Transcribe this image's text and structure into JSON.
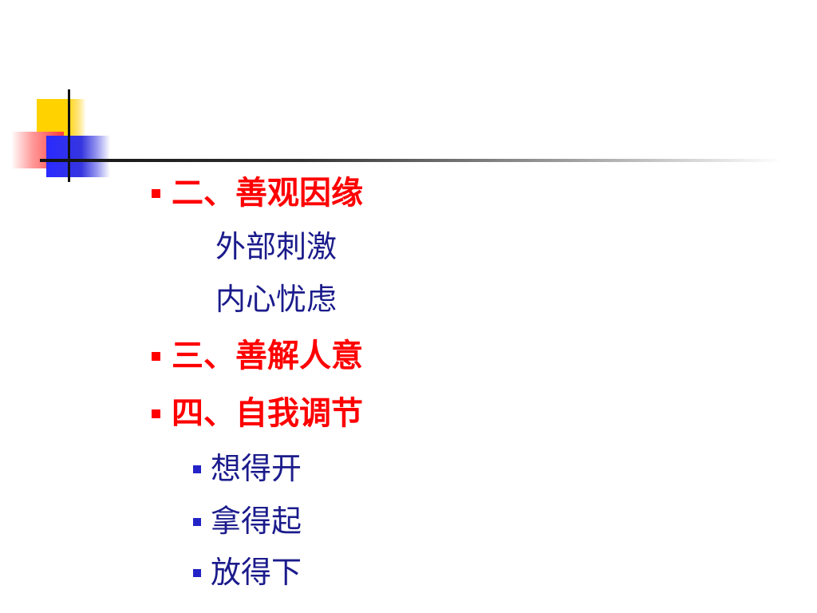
{
  "slide": {
    "items": [
      {
        "text": "二、善观因缘",
        "color": "#ff0000"
      },
      {
        "text": "外部刺激",
        "color": "#1b1b8c"
      },
      {
        "text": "内心忧虑",
        "color": "#1b1b8c"
      },
      {
        "text": "三、善解人意",
        "color": "#ff0000"
      },
      {
        "text": "四、自我调节",
        "color": "#ff0000"
      },
      {
        "text": "想得开",
        "color": "#1b1b8c"
      },
      {
        "text": "拿得起",
        "color": "#1b1b8c"
      },
      {
        "text": "放得下",
        "color": "#1b1b8c"
      }
    ],
    "decor": {
      "colors": {
        "yellow": "#ffd200",
        "red": "#ff3b3b",
        "blue": "#2a2aff",
        "line": "#111111"
      }
    }
  }
}
